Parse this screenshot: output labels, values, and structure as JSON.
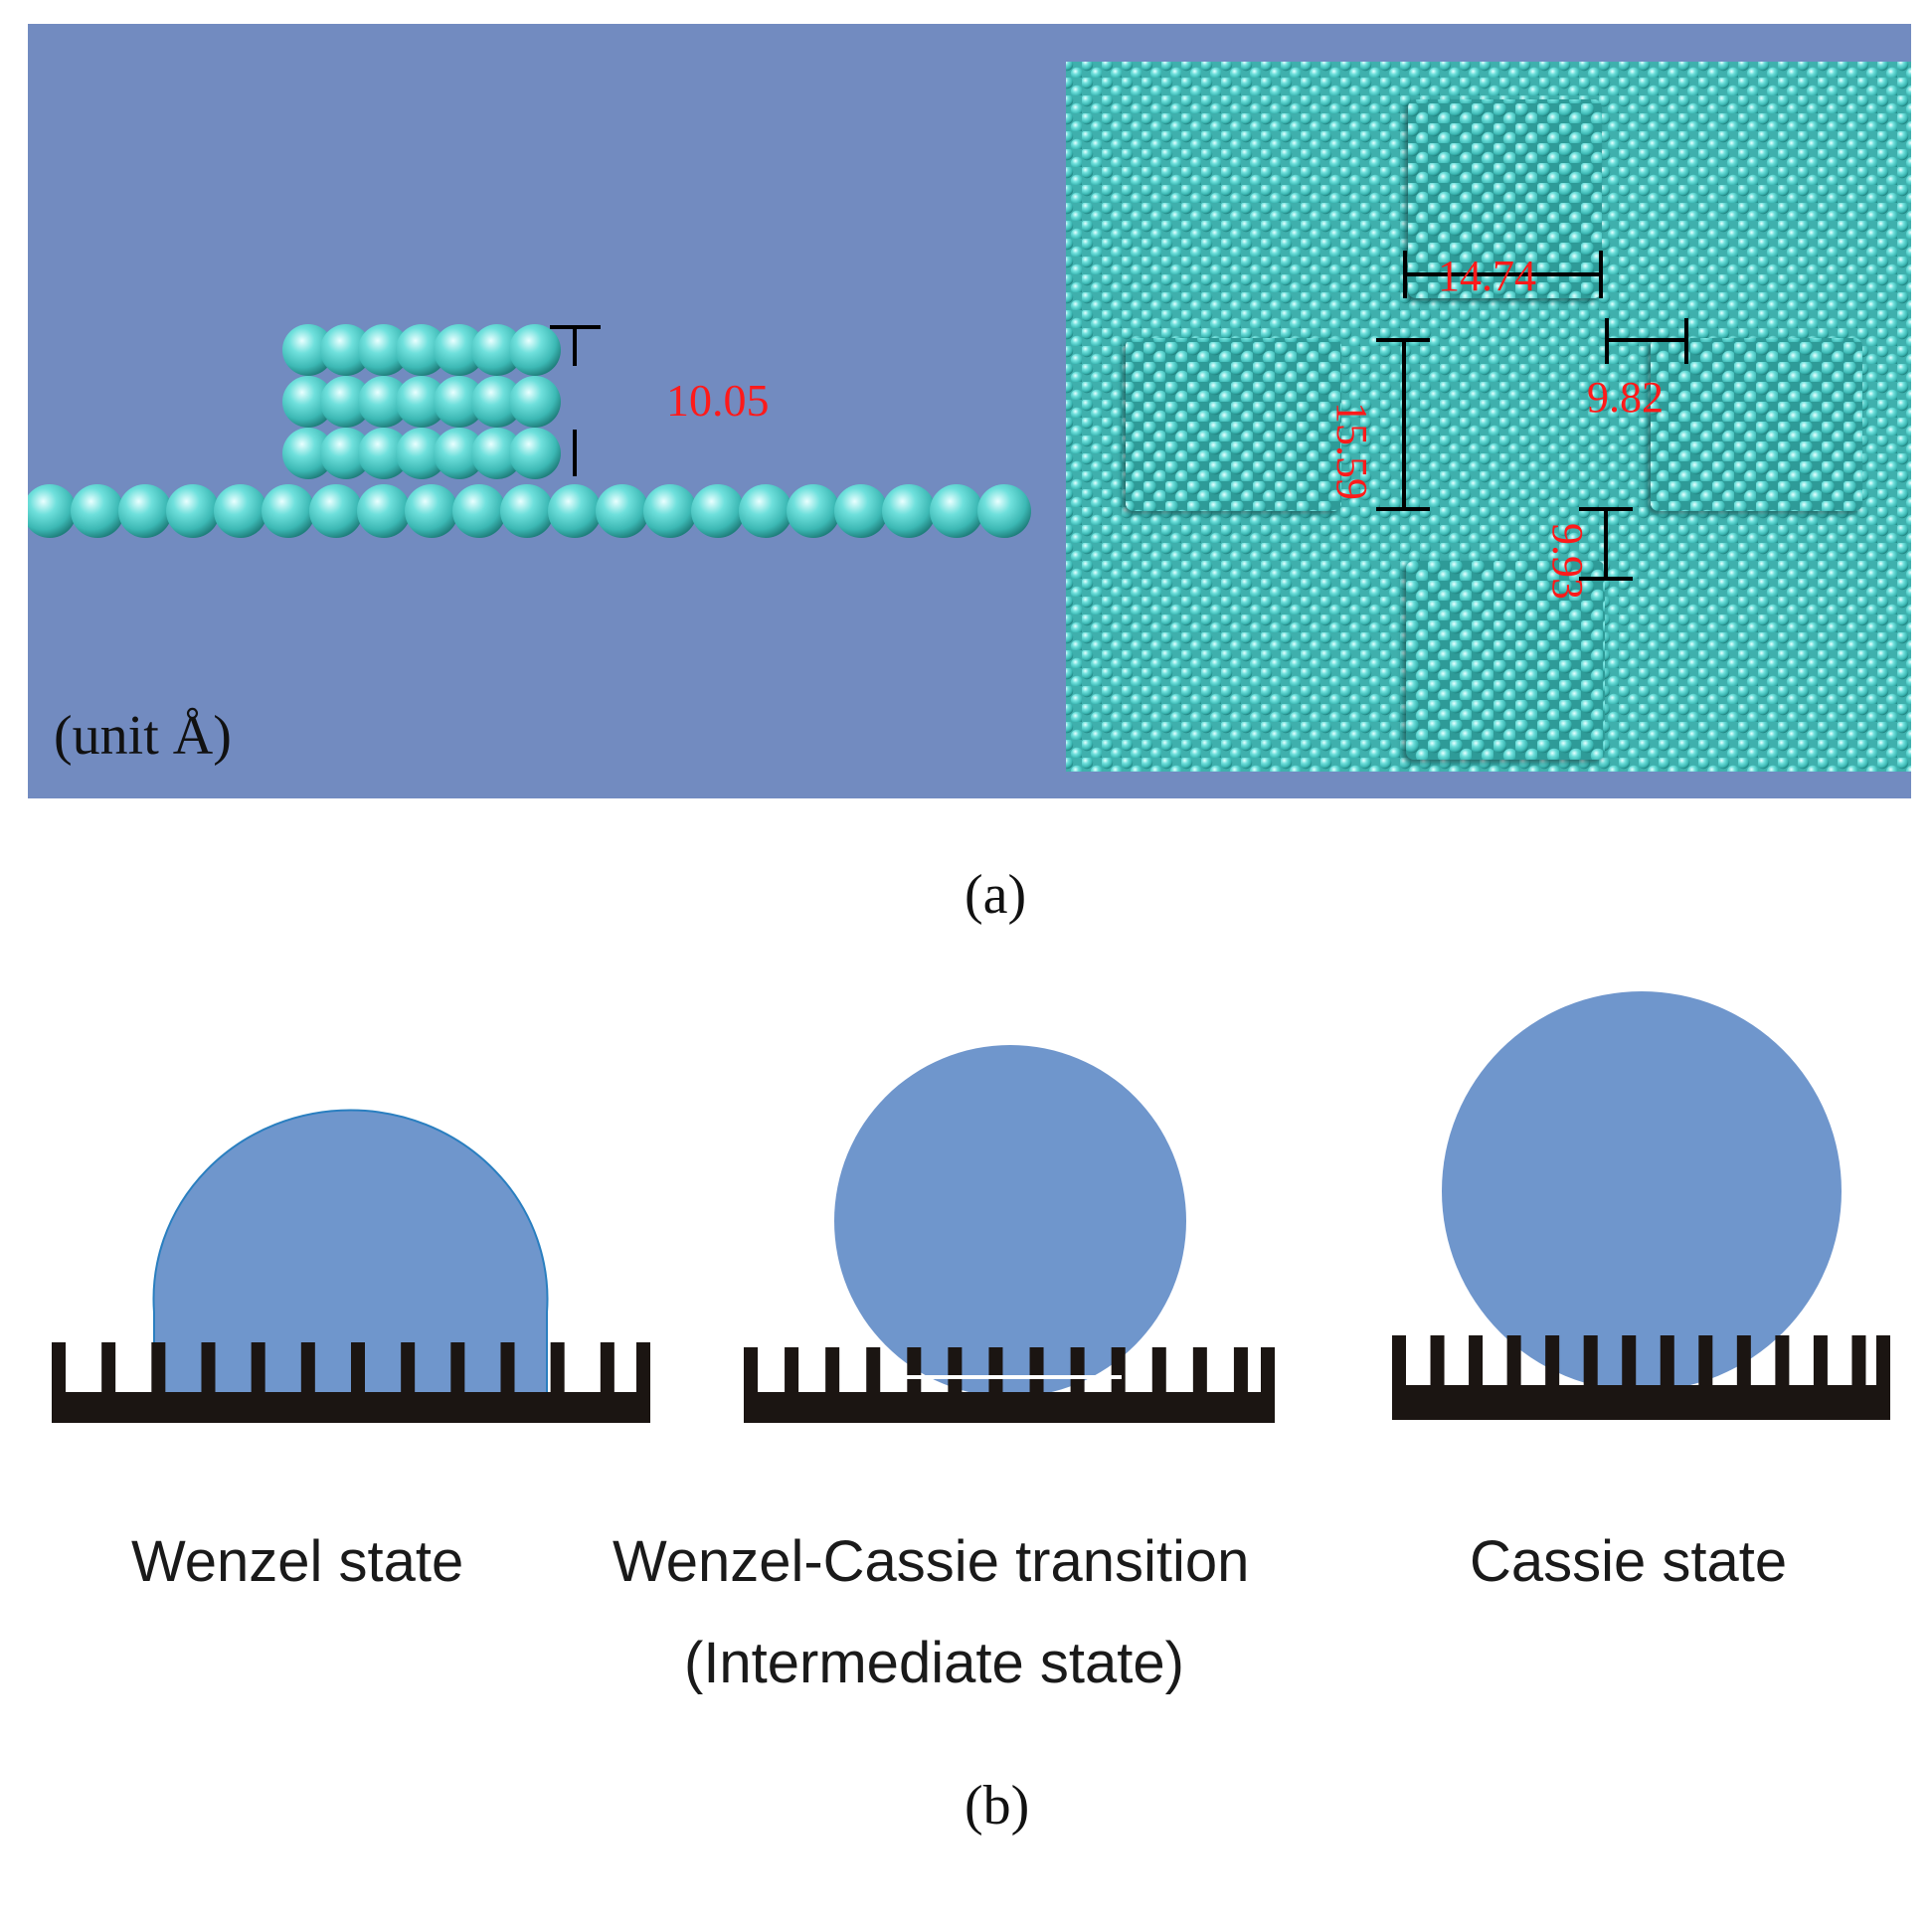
{
  "panel_a": {
    "caption": "(a)",
    "unit": "(unit Å)",
    "dimensions": {
      "height": "10.05",
      "width": "14.74",
      "length": "15.59",
      "horizontal_gap": "9.82",
      "vertical_gap": "9.93"
    },
    "colors": {
      "background": "#728bc0",
      "atom": "#3cb8b4",
      "dimension_text": "#ff1a1a"
    }
  },
  "panel_b": {
    "caption": "(b)",
    "states": [
      {
        "label": "Wenzel state"
      },
      {
        "label": "Wenzel-Cassie transition",
        "sublabel": "(Intermediate state)"
      },
      {
        "label": "Cassie state"
      }
    ],
    "colors": {
      "droplet": "#6f96cc",
      "substrate": "#1b1512"
    }
  }
}
